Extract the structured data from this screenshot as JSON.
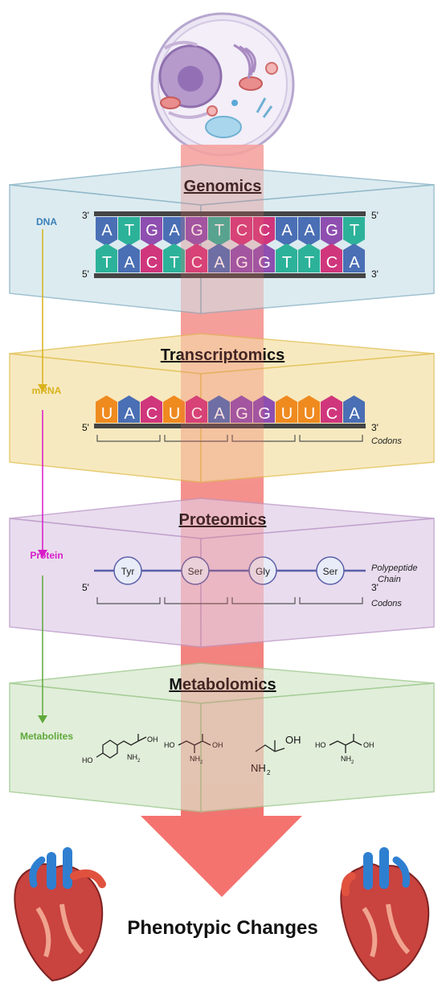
{
  "layers": [
    {
      "key": "genomics",
      "title": "Genomics",
      "side_label": "DNA",
      "fill": "#d6e8ee",
      "stroke": "#8fb8c8",
      "label_color": "#3a7fb8"
    },
    {
      "key": "transcriptomics",
      "title": "Transcriptomics",
      "side_label": "mRNA",
      "fill": "#f6e6b4",
      "stroke": "#e3c45e",
      "label_color": "#d9b21e"
    },
    {
      "key": "proteomics",
      "title": "Proteomics",
      "side_label": "Protein",
      "fill": "#e6d7ec",
      "stroke": "#bf9fcd",
      "label_color": "#d81bc9"
    },
    {
      "key": "metabolomics",
      "title": "Metabolomics",
      "side_label": "Metabolites",
      "fill": "#dcecd4",
      "stroke": "#a4cc94",
      "label_color": "#5fa83a"
    }
  ],
  "dna": {
    "top_strand": [
      "A",
      "T",
      "G",
      "A",
      "G",
      "T",
      "C",
      "C",
      "A",
      "A",
      "G",
      "T"
    ],
    "bottom_strand": [
      "T",
      "A",
      "C",
      "T",
      "C",
      "A",
      "G",
      "G",
      "T",
      "T",
      "C",
      "A"
    ],
    "end_labels": {
      "top_left": "3'",
      "top_right": "5'",
      "bottom_left": "5'",
      "bottom_right": "3'"
    }
  },
  "mrna": {
    "bases": [
      "U",
      "A",
      "C",
      "U",
      "C",
      "A",
      "G",
      "G",
      "U",
      "U",
      "C",
      "A"
    ],
    "end_left": "5'",
    "end_right": "3'",
    "codons_label": "Codons"
  },
  "protein": {
    "residues": [
      "Tyr",
      "Ser",
      "Gly",
      "Ser"
    ],
    "end_left": "5'",
    "end_right": "3'",
    "chain_label_1": "Polypeptide",
    "chain_label_2": "Chain",
    "codons_label": "Codons"
  },
  "metabolites": [
    {
      "name": "tyrosine",
      "oh_left": "HO",
      "oh_right": "OH",
      "amine": "NH",
      "amine_sub": "2"
    },
    {
      "name": "threonine",
      "oh_left": "HO",
      "oh_right": "OH",
      "amine": "NH",
      "amine_sub": "2"
    },
    {
      "name": "glycine",
      "oh_right": "OH",
      "amine": "NH",
      "amine_sub": "2"
    },
    {
      "name": "serine",
      "oh_left": "HO",
      "oh_right": "OH",
      "amine": "NH",
      "amine_sub": "2"
    }
  ],
  "result_label": "Phenotypic Changes",
  "colors": {
    "A": "#4a6fb5",
    "T": "#2db29a",
    "G": "#8e4fb0",
    "C": "#d0367c",
    "U": "#ef8a1f",
    "arrow": "#f4736f"
  }
}
